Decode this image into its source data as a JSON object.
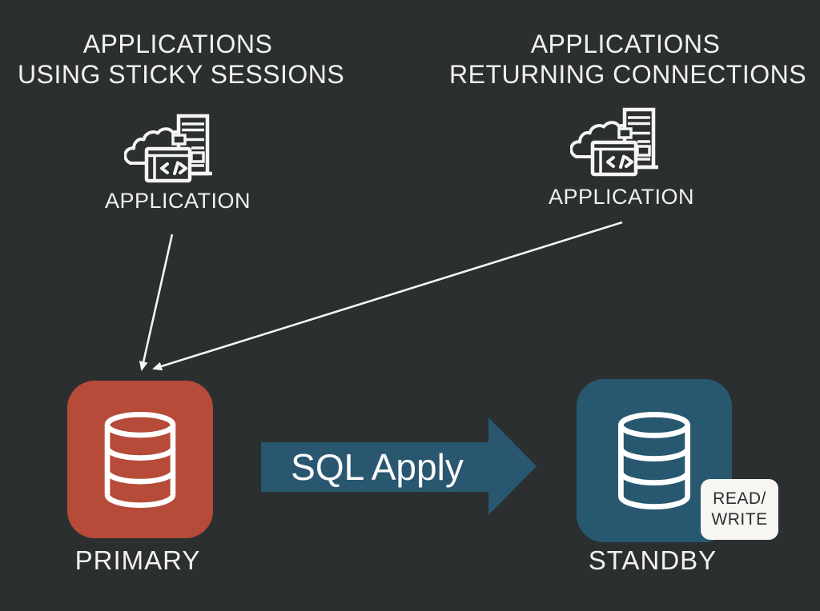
{
  "diagram": {
    "background_color": "#2b2f30",
    "text_color": "#f2f1ef",
    "titles": {
      "left": {
        "line1": "APPLICATIONS",
        "line2": "USING STICKY SESSIONS"
      },
      "right": {
        "line1": "APPLICATIONS",
        "line2": "RETURNING CONNECTIONS"
      }
    },
    "applications": {
      "left": {
        "label": "APPLICATION",
        "icon": "cloud-server-code-icon"
      },
      "right": {
        "label": "APPLICATION",
        "icon": "cloud-server-code-icon"
      }
    },
    "databases": {
      "primary": {
        "label": "PRIMARY",
        "color": "#b54b38",
        "icon": "database-cylinder-icon"
      },
      "standby": {
        "label": "STANDBY",
        "color": "#27586f",
        "icon": "database-cylinder-icon",
        "badge": {
          "line1": "READ/",
          "line2": "WRITE"
        }
      }
    },
    "flow": {
      "sql_apply": {
        "label": "SQL Apply",
        "arrow_color": "#28576f",
        "direction": "primary-to-standby"
      },
      "connectors": [
        {
          "from": "application-left",
          "to": "primary"
        },
        {
          "from": "application-right",
          "to": "primary"
        }
      ]
    }
  }
}
